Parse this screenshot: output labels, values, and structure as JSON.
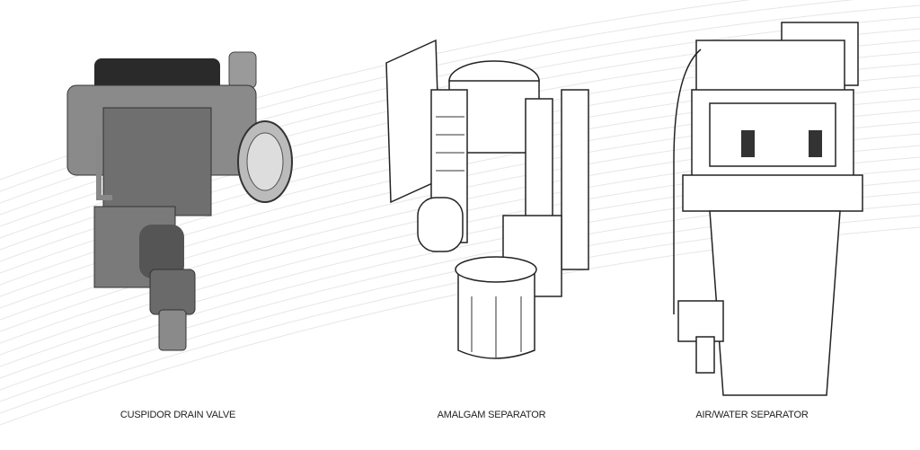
{
  "products": [
    {
      "name": "CUSPIDOR DRAIN VALVE",
      "icon": "cuspidor-drain-valve-illustration"
    },
    {
      "name": "AMALGAM SEPARATOR",
      "icon": "amalgam-separator-illustration"
    },
    {
      "name": "AIR/WATER SEPARATOR",
      "icon": "air-water-separator-illustration"
    }
  ],
  "colors": {
    "background": "#ffffff",
    "wave_lines": "#e6e6e6",
    "text": "#222222",
    "body_gray": "#8a8a8a",
    "dark": "#2a2a2a"
  }
}
